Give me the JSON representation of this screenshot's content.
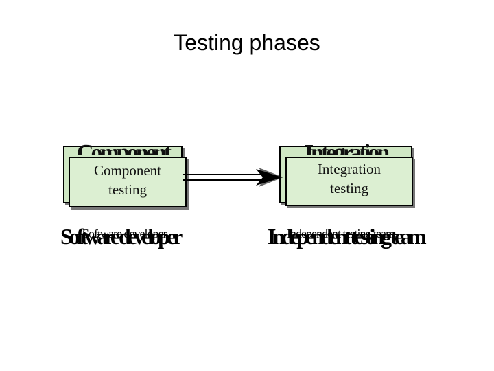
{
  "title": "Testing phases",
  "diagram": {
    "left": {
      "box_label_line1": "Component",
      "box_label_line2": "testing",
      "role": "Software developer"
    },
    "right": {
      "box_label_line1": "Integration",
      "box_label_line2": "testing",
      "role": "Independent testing team"
    }
  },
  "colors": {
    "box_fill": "#dcefd2",
    "box_border": "#000000"
  }
}
